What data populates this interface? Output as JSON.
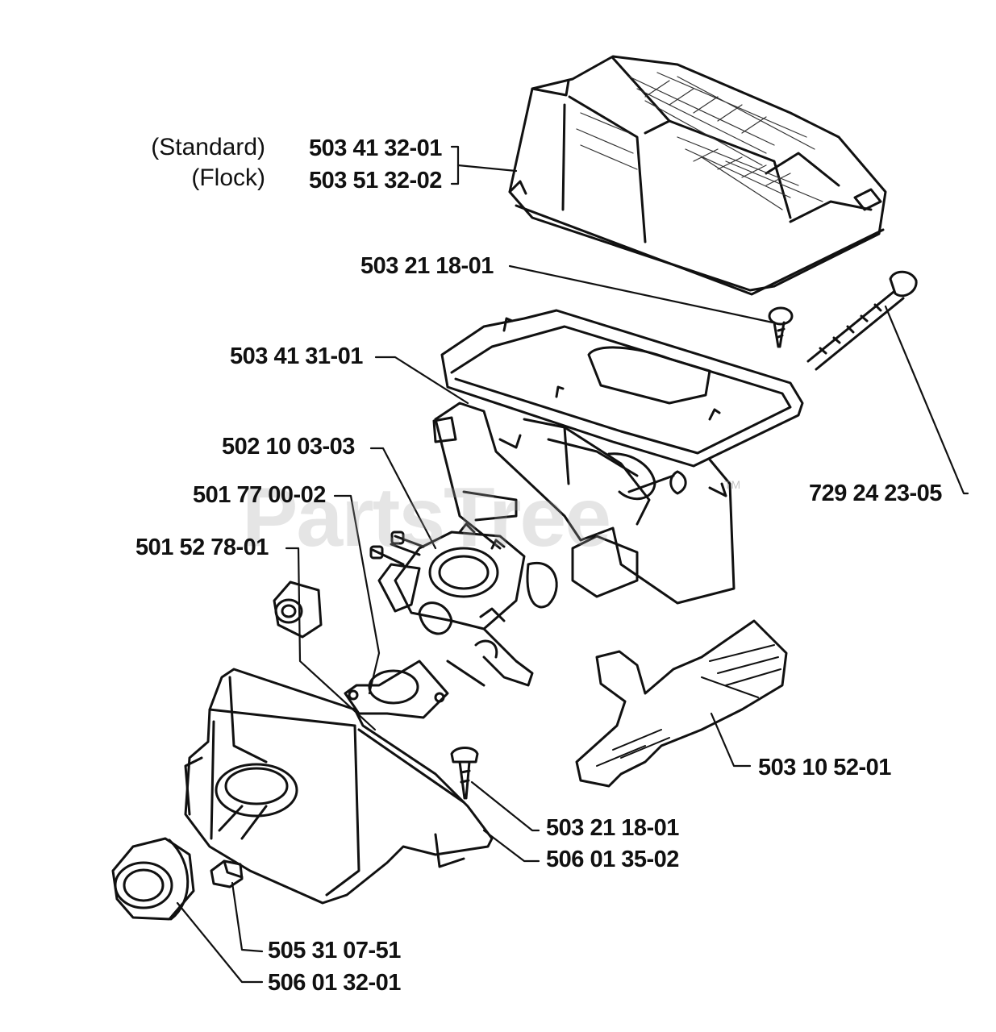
{
  "notes": {
    "standard": "(Standard)",
    "flock": "(Flock)"
  },
  "parts": {
    "filter_standard": "503 41 32-01",
    "filter_flock": "503 51 32-02",
    "screw_top": "503 21 18-01",
    "filter_holder": "503 41 31-01",
    "long_bolt": "729 24 23-05",
    "carburetor": "502 10 03-03",
    "gasket": "501 77 00-02",
    "grommet": "501 52 78-01",
    "choke_rod": "503 10 52-01",
    "screw_bottom": "503 21 18-01",
    "intake_bracket": "506 01 35-02",
    "nut": "505 31 07-51",
    "intake_boot": "506 01 32-01"
  },
  "watermark": {
    "text": "PartsTree",
    "tm": "TM"
  },
  "colors": {
    "ink": "#111111",
    "paper": "#ffffff",
    "watermark": "#a0a0a0"
  }
}
